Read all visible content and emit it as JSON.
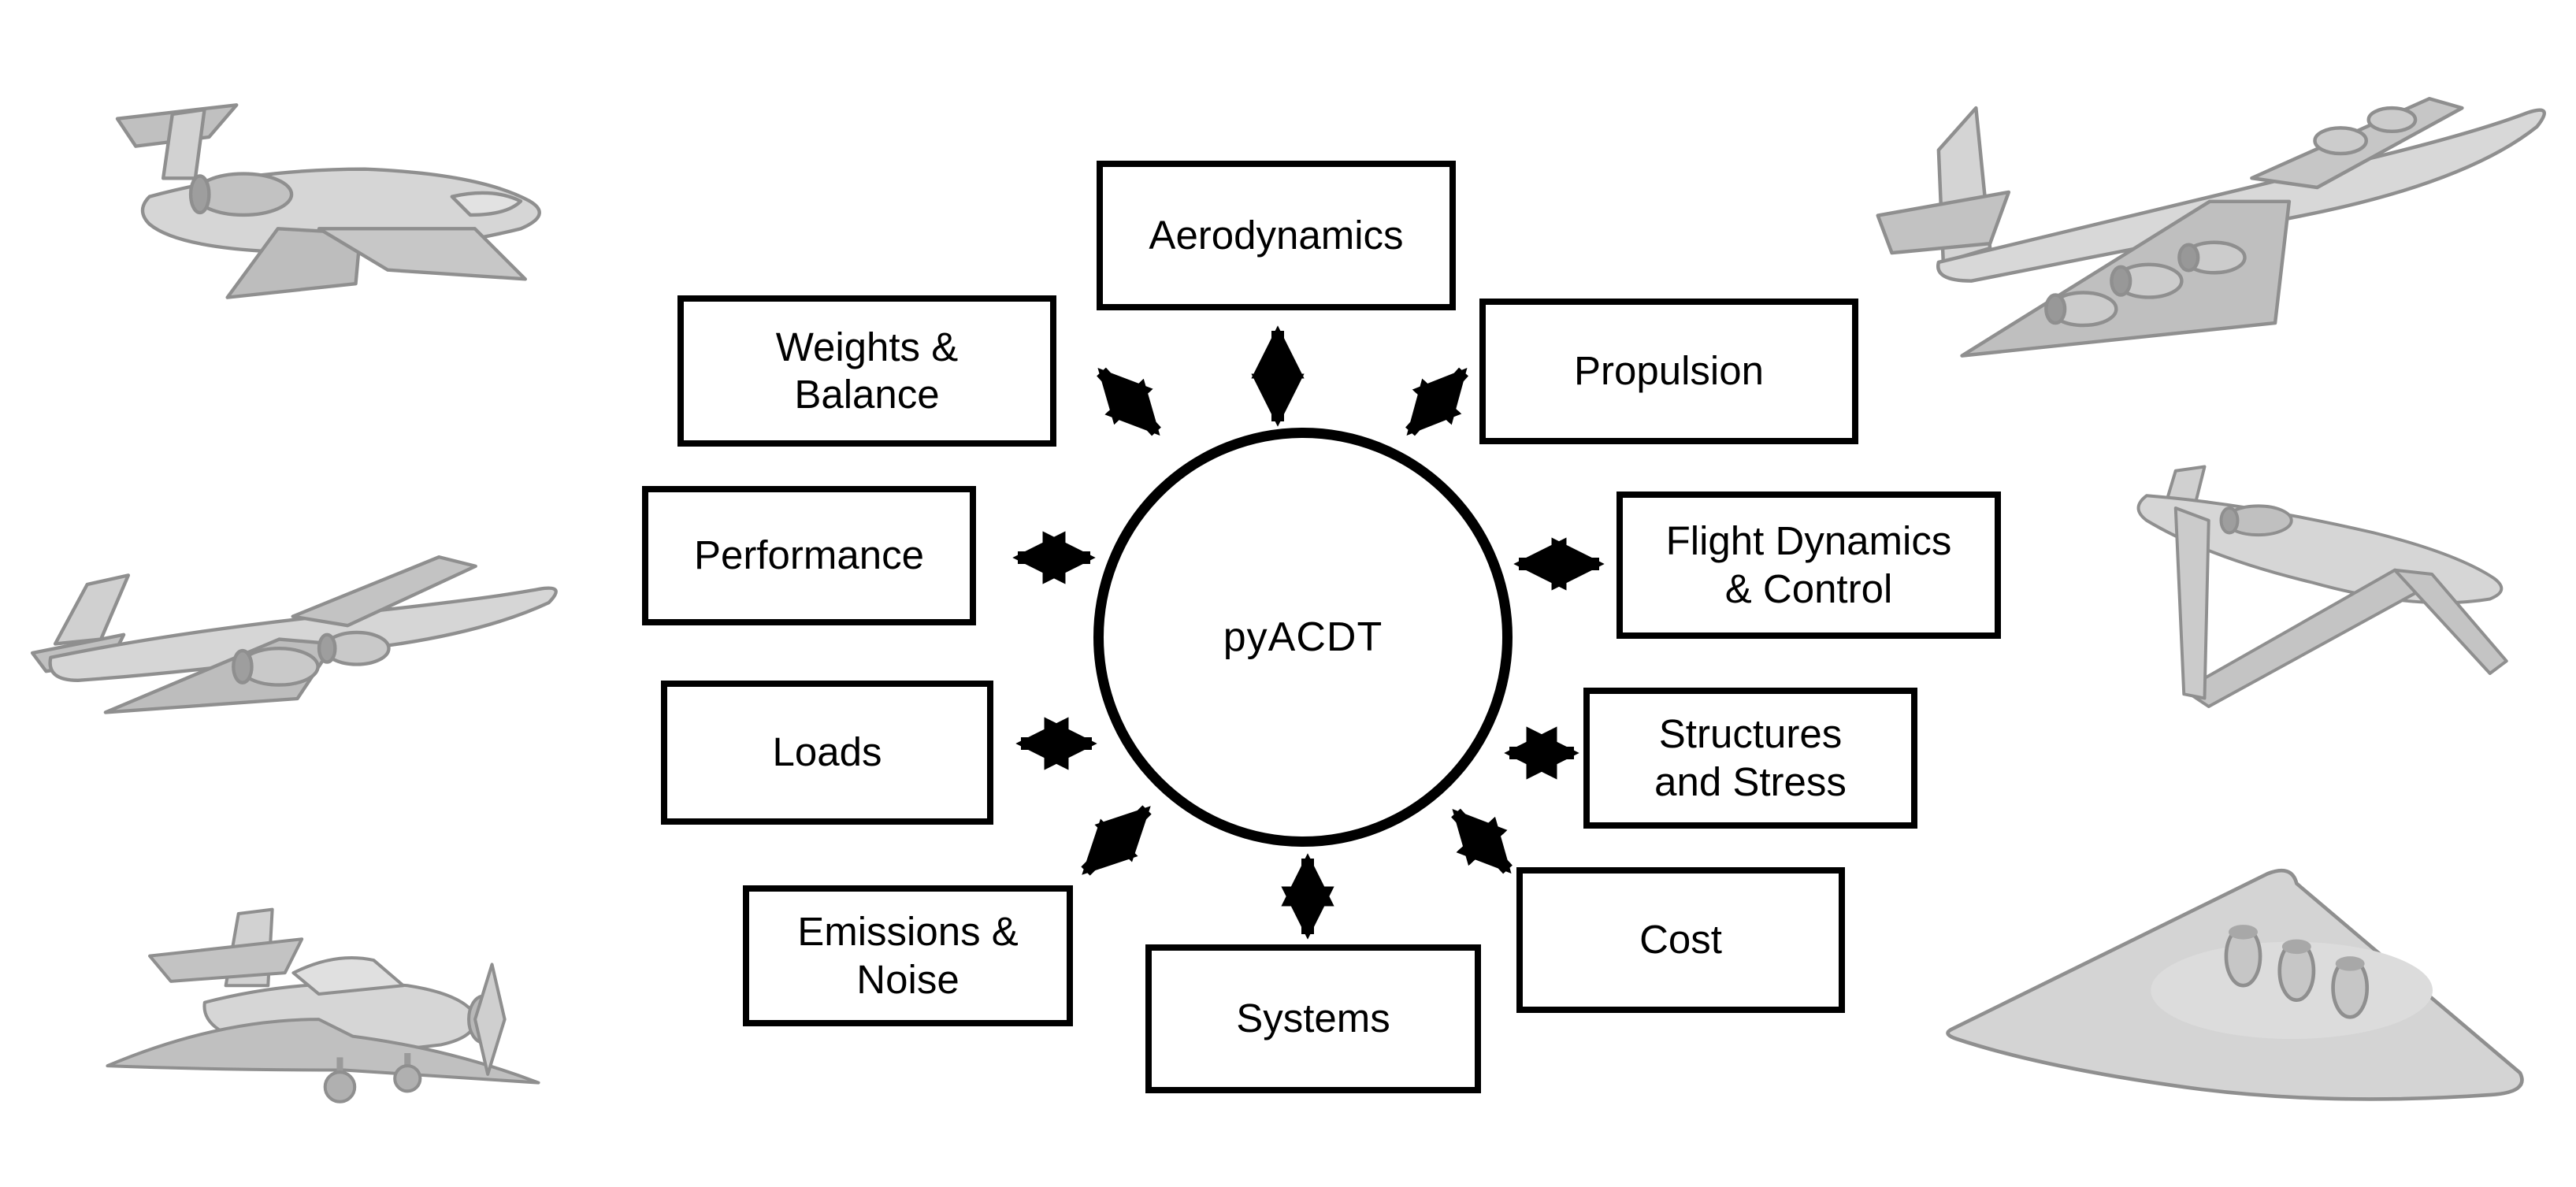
{
  "figure": {
    "center": {
      "label": "pyACDT"
    },
    "nodes": [
      {
        "id": "aerodynamics",
        "label": "Aerodynamics"
      },
      {
        "id": "weights-balance",
        "label": "Weights &\nBalance"
      },
      {
        "id": "propulsion",
        "label": "Propulsion"
      },
      {
        "id": "performance",
        "label": "Performance"
      },
      {
        "id": "flight-dynamics-control",
        "label": "Flight Dynamics\n& Control"
      },
      {
        "id": "loads",
        "label": "Loads"
      },
      {
        "id": "structures-stress",
        "label": "Structures\nand Stress"
      },
      {
        "id": "emissions-noise",
        "label": "Emissions &\nNoise"
      },
      {
        "id": "cost",
        "label": "Cost"
      },
      {
        "id": "systems",
        "label": "Systems"
      }
    ],
    "aircraft_icons": [
      {
        "name": "business-jet-image",
        "position": "top-left"
      },
      {
        "name": "twin-engine-airliner-image",
        "position": "middle-left"
      },
      {
        "name": "propeller-aircraft-image",
        "position": "bottom-left"
      },
      {
        "name": "eight-engine-bomber-image",
        "position": "top-right"
      },
      {
        "name": "joined-wing-aircraft-image",
        "position": "middle-right"
      },
      {
        "name": "blended-wing-body-image",
        "position": "bottom-right"
      }
    ],
    "colors": {
      "background": "#ffffff",
      "box_border": "#000000",
      "box_fill": "#ffffff",
      "arrow": "#000000",
      "aircraft_fill": "#cccccc"
    }
  }
}
